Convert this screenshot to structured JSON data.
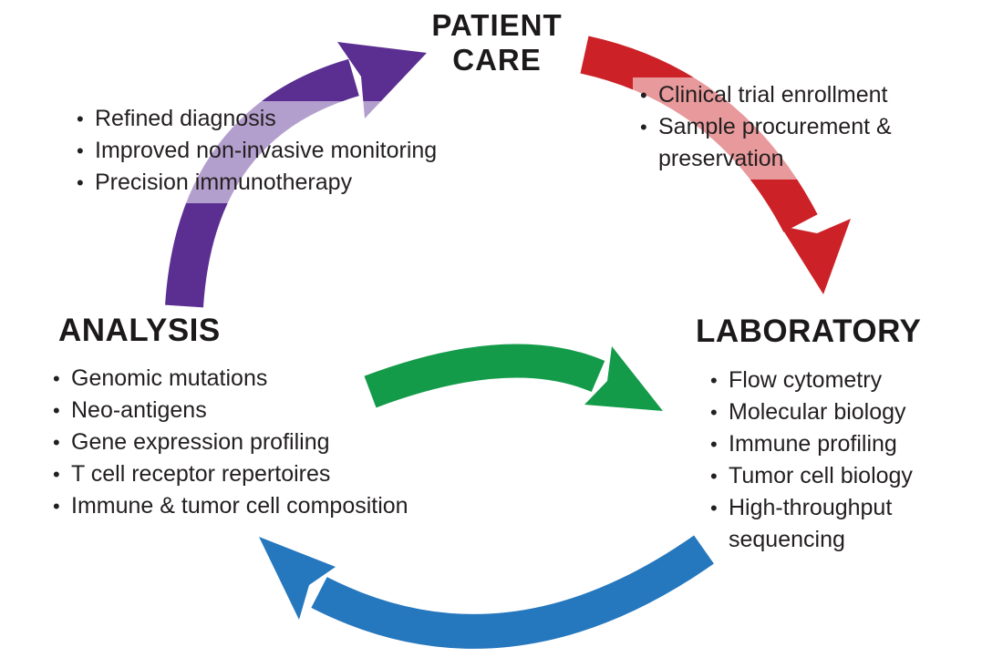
{
  "glyphs": {
    "bullet": "•"
  },
  "colors": {
    "arrow_purple": "#5B2F92",
    "arrow_red": "#CB2127",
    "arrow_green": "#149B4A",
    "arrow_blue": "#2577BE",
    "text": "#231f20"
  },
  "nodes": {
    "patient_care": {
      "label": "PATIENT CARE"
    },
    "laboratory": {
      "label": "LABORATORY",
      "items": [
        "Flow cytometry",
        "Molecular biology",
        "Immune profiling",
        "Tumor cell biology",
        "High-throughput sequencing"
      ]
    },
    "analysis": {
      "label": "ANALYSIS",
      "items": [
        "Genomic mutations",
        "Neo-antigens",
        "Gene expression profiling",
        "T cell receptor repertoires",
        "Immune & tumor cell composition"
      ]
    }
  },
  "edge_annotations": {
    "analysis_to_patient_care": {
      "items": [
        "Refined diagnosis",
        "Improved non-invasive monitoring",
        "Precision immunotherapy"
      ]
    },
    "patient_care_to_laboratory": {
      "items": [
        "Clinical trial enrollment",
        "Sample procurement & preservation"
      ]
    }
  },
  "arrows": [
    {
      "name": "analysis-to-patient-care",
      "color": "#5B2F92"
    },
    {
      "name": "patient-care-to-laboratory",
      "color": "#CB2127"
    },
    {
      "name": "analysis-to-laboratory",
      "color": "#149B4A"
    },
    {
      "name": "laboratory-to-analysis",
      "color": "#2577BE"
    }
  ]
}
